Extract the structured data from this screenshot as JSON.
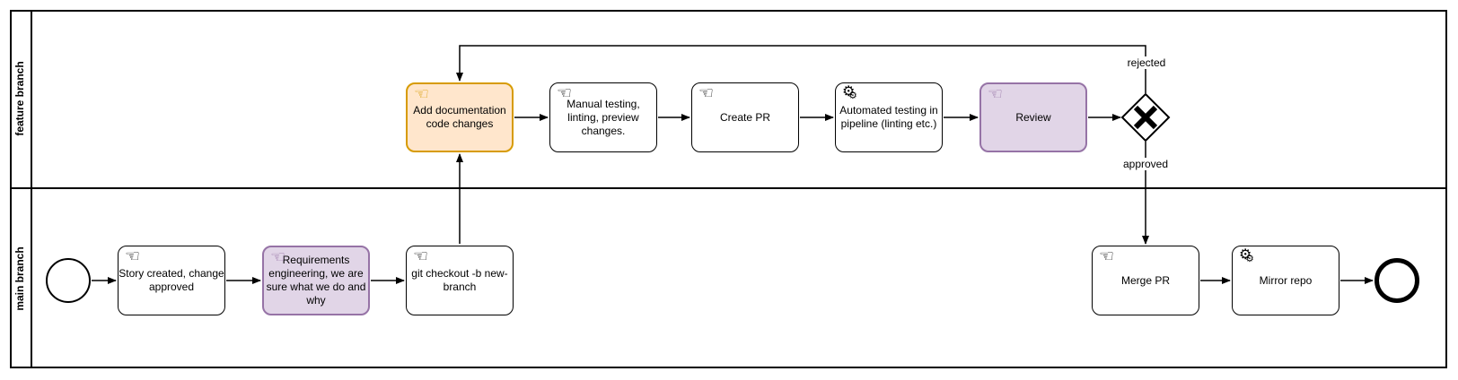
{
  "diagram": {
    "type": "bpmn-process-with-lanes",
    "lanes": [
      {
        "id": "feature-branch",
        "label": "feature branch"
      },
      {
        "id": "main-branch",
        "label": "main branch"
      }
    ],
    "nodes": [
      {
        "id": "start",
        "kind": "start-event",
        "lane": "main-branch",
        "label": ""
      },
      {
        "id": "story",
        "kind": "manual-task",
        "lane": "main-branch",
        "color": "white",
        "label": "Story created, change\napproved"
      },
      {
        "id": "requirements",
        "kind": "manual-task",
        "lane": "main-branch",
        "color": "purple",
        "label": "Requirements\nengineering, we are\nsure what we do and\nwhy"
      },
      {
        "id": "git-checkout",
        "kind": "manual-task",
        "lane": "main-branch",
        "color": "white",
        "label": "git checkout -b new-\nbranch"
      },
      {
        "id": "add-documentation",
        "kind": "manual-task",
        "lane": "feature-branch",
        "color": "orange",
        "label": "Add documentation\ncode changes"
      },
      {
        "id": "manual-testing",
        "kind": "manual-task",
        "lane": "feature-branch",
        "color": "white",
        "label": "Manual testing,\nlinting, preview\nchanges."
      },
      {
        "id": "create-pr",
        "kind": "manual-task",
        "lane": "feature-branch",
        "color": "white",
        "label": "Create PR"
      },
      {
        "id": "automated-testing",
        "kind": "service-task",
        "lane": "feature-branch",
        "color": "white",
        "label": "Automated testing in\npipeline (linting etc.)"
      },
      {
        "id": "review",
        "kind": "manual-task",
        "lane": "feature-branch",
        "color": "purple",
        "label": "Review"
      },
      {
        "id": "decision-gateway",
        "kind": "exclusive-gateway",
        "lane": "feature-branch",
        "label": ""
      },
      {
        "id": "merge-pr",
        "kind": "manual-task",
        "lane": "main-branch",
        "color": "white",
        "label": "Merge PR"
      },
      {
        "id": "mirror-repo",
        "kind": "service-task",
        "lane": "main-branch",
        "color": "white",
        "label": "Mirror repo"
      },
      {
        "id": "end",
        "kind": "end-event",
        "lane": "main-branch",
        "label": ""
      }
    ],
    "flows": [
      {
        "from": "start",
        "to": "story",
        "label": ""
      },
      {
        "from": "story",
        "to": "requirements",
        "label": ""
      },
      {
        "from": "requirements",
        "to": "git-checkout",
        "label": ""
      },
      {
        "from": "git-checkout",
        "to": "add-documentation",
        "label": ""
      },
      {
        "from": "add-documentation",
        "to": "manual-testing",
        "label": ""
      },
      {
        "from": "manual-testing",
        "to": "create-pr",
        "label": ""
      },
      {
        "from": "create-pr",
        "to": "automated-testing",
        "label": ""
      },
      {
        "from": "automated-testing",
        "to": "review",
        "label": ""
      },
      {
        "from": "review",
        "to": "decision-gateway",
        "label": ""
      },
      {
        "from": "decision-gateway",
        "to": "add-documentation",
        "label": "rejected"
      },
      {
        "from": "decision-gateway",
        "to": "merge-pr",
        "label": "approved"
      },
      {
        "from": "merge-pr",
        "to": "mirror-repo",
        "label": ""
      },
      {
        "from": "mirror-repo",
        "to": "end",
        "label": ""
      }
    ]
  },
  "icons": {
    "manual_task_glyph": "☜",
    "service_task_glyph": "⚙"
  },
  "colors": {
    "background": "#ffffff",
    "line": "#000000",
    "orange_fill": "#ffe6cc",
    "orange_stroke": "#d79b00",
    "purple_fill": "#e1d5e7",
    "purple_stroke": "#9673a6"
  }
}
